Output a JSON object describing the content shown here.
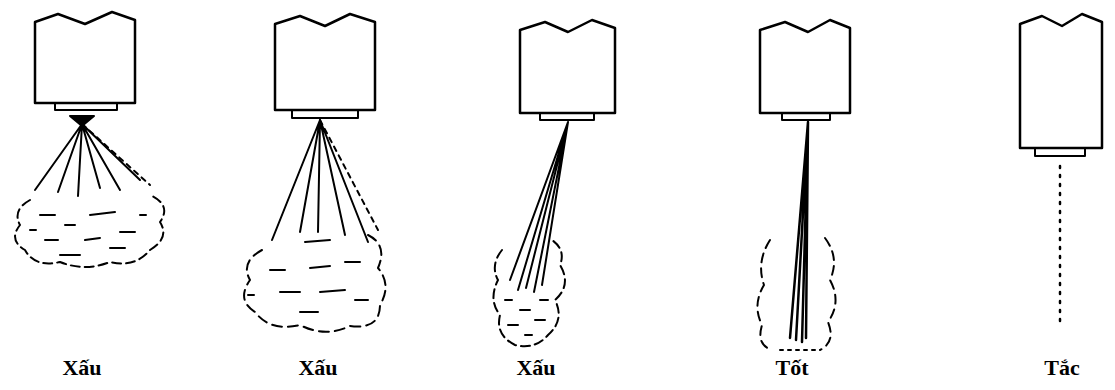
{
  "diagram": {
    "labels": [
      "Xấu",
      "Xấu",
      "Xấu",
      "Tốt",
      "Tắc"
    ]
  }
}
